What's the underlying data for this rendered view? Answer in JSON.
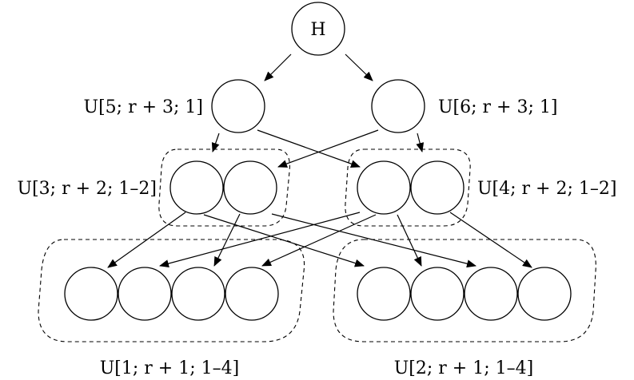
{
  "root": {
    "label": "H"
  },
  "labels": {
    "u5": "U[5; r + 3; 1]",
    "u6": "U[6; r + 3; 1]",
    "u3": "U[3; r + 2;  1–2]",
    "u4": "U[4; r + 2;  1–2]",
    "u1": "U[1; r + 1;  1–4]",
    "u2": "U[2; r + 1;  1–4]"
  }
}
